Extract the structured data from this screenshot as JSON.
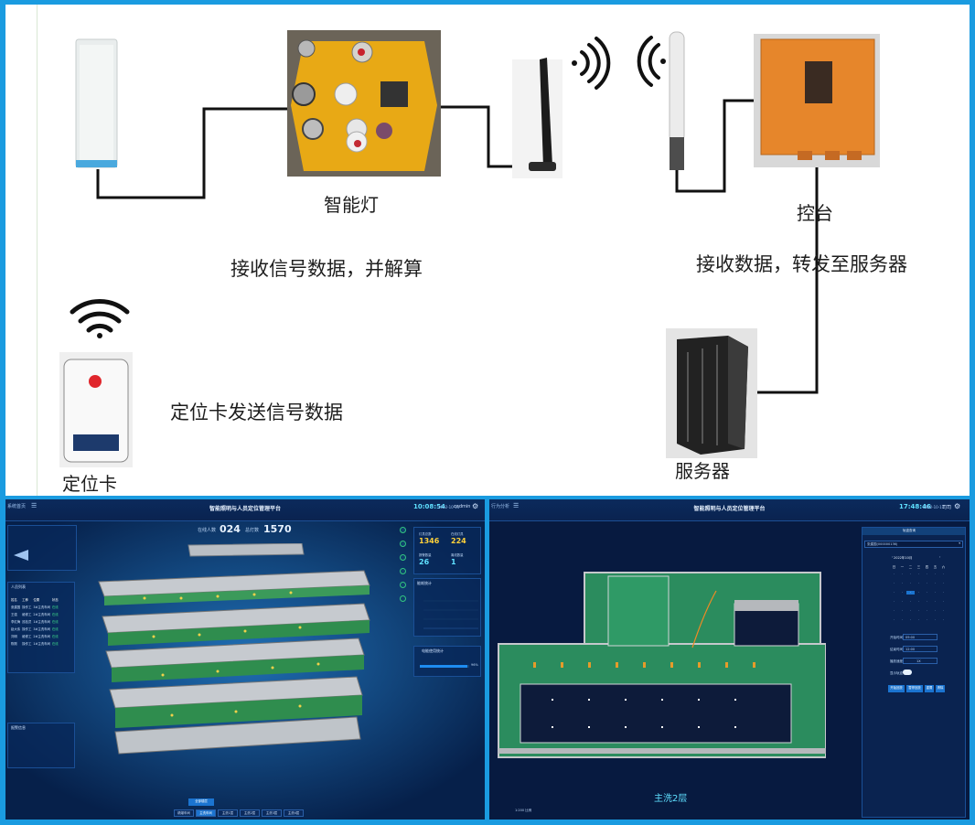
{
  "diagram": {
    "smart_light_label": "智能灯",
    "control_label": "控台",
    "smart_light_caption": "接收信号数据，并解算",
    "control_caption": "接收数据，转发至服务器",
    "card_caption": "定位卡发送信号数据",
    "card_label": "定位卡",
    "server_label": "服务器"
  },
  "left_screen": {
    "nav": "系统首页",
    "title": "智能照明与人员定位管理平台",
    "clock": "10:08:54",
    "date": "2022-10-11",
    "user": "cadmin",
    "online_label": "在线人数",
    "online_value": "024",
    "total_label": "总灯数",
    "total_value": "1570",
    "people_panel_title": "人员列表",
    "table_headers": [
      "姓名",
      "工种",
      "位置",
      "状态"
    ],
    "table_rows": [
      [
        "张建国",
        "操作工",
        "3#主洗车间",
        "在线"
      ],
      [
        "王强",
        "维修工",
        "2#主洗车间",
        "在线"
      ],
      [
        "李红梅",
        "巡检员",
        "1#主洗车间",
        "在线"
      ],
      [
        "赵大伟",
        "操作工",
        "3#主洗车间",
        "在线"
      ],
      [
        "刘明",
        "维修工",
        "2#主洗车间",
        "在线"
      ],
      [
        "陈刚",
        "操作工",
        "1#主洗车间",
        "在线"
      ]
    ],
    "alarm_panel_title": "报警信息",
    "stats": [
      {
        "label": "灯具总数",
        "value": "1346",
        "color": "#ffd23a"
      },
      {
        "label": "在线灯具",
        "value": "224",
        "color": "#ffd23a"
      },
      {
        "label": "报警数量",
        "value": "26",
        "color": "#5fe0ff"
      },
      {
        "label": "离线数量",
        "value": "1",
        "color": "#5fe0ff"
      }
    ],
    "energy_title": "能耗统计",
    "progress_title": "电能使用统计",
    "progress_value": 0.96,
    "progress_text": "96%",
    "bottom_tabs": [
      "精煤车间",
      "主洗车间",
      "主洗1层",
      "主洗2层",
      "主洗3层",
      "主洗4层"
    ],
    "bottom_active": 1,
    "bottom_button": "全部楼层"
  },
  "right_screen": {
    "nav": "行为分析",
    "title": "智能照明与人员定位管理平台",
    "clock": "17:48:46",
    "date": "2022-10-11",
    "user": "司司",
    "panel_title": "轨迹查询",
    "select_value": "张建国(000000136)",
    "calendar_month": "2022年10月",
    "week_days": [
      "日",
      "一",
      "二",
      "三",
      "四",
      "五",
      "六"
    ],
    "form_labels": [
      "开始时间",
      "结束时间",
      "播放速度",
      "显示轨迹"
    ],
    "form_values": [
      "09:00",
      "12:00",
      "1X"
    ],
    "buttons": [
      "开始回放",
      "暂停回放",
      "重置",
      "清除"
    ],
    "floor_label": "主洗2层",
    "corner_text": "1:200 比例"
  },
  "colors": {
    "frame": "#1a9be0",
    "accent": "#1b74d0",
    "highlight": "#5fe0ff"
  }
}
